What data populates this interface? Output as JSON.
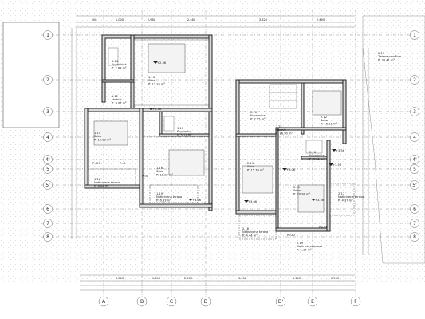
{
  "plan": {
    "grid_columns": [
      "A",
      "B",
      "C",
      "D",
      "D'",
      "E",
      "F"
    ],
    "grid_rows": [
      "1",
      "2",
      "3",
      "4",
      "4'",
      "5",
      "5'",
      "6",
      "7",
      "8"
    ],
    "rooms": [
      {
        "id": "1.14",
        "name": "Kupaonica",
        "area": "P: 7.83 m²"
      },
      {
        "id": "1.13",
        "name": "Soba",
        "area": "P: 17.24 m²"
      },
      {
        "id": "1.12",
        "name": "Hodnik",
        "area": "P: 9.07 m²"
      },
      {
        "id": "1.15",
        "name": "Soba",
        "area": "P: 15.03 m²"
      },
      {
        "id": "1.16",
        "name": "Soba",
        "area": "P: 18.20 m²"
      },
      {
        "id": "1.17",
        "name": "Kupaonica",
        "area": "P: 5.13 m²"
      },
      {
        "id": "1.18",
        "name": "Natkrivena terasa",
        "area": "P: 4.84 m²"
      },
      {
        "id": "1.19",
        "name": "Natkrivena terasa",
        "area": "P: 6.33 m²"
      },
      {
        "id": "2.10",
        "name": "Kupaonica",
        "area": "P: 7.95 m²"
      },
      {
        "id": "2.11",
        "name": "Hodnik",
        "area": "P: 26.90 m²"
      },
      {
        "id": "2.12",
        "name": "Soba",
        "area": "P: 16.11 m²"
      },
      {
        "id": "2.13",
        "name": "Zelena površina",
        "area": "P: 36.41 m²"
      },
      {
        "id": "2.14",
        "name": "Soba",
        "area": "P: 15.70 m²"
      },
      {
        "id": "2.15",
        "name": "Soba",
        "area": "P: 20.98 m²"
      },
      {
        "id": "2.16",
        "name": "Kupaonica",
        "area": "P: 6.14 m²"
      },
      {
        "id": "2.17",
        "name": "Natkrivena terasa",
        "area": "P: 4.37 m²"
      },
      {
        "id": "2.18",
        "name": "Natkrivena terasa",
        "area": "P: 4.44 m²"
      },
      {
        "id": "2.19",
        "name": "Natkrivena terasa",
        "area": "P: 5.17 m²"
      }
    ],
    "level_marks": [
      "+2.36",
      "+2.36",
      "+3.06",
      "+3.06",
      "+3.56",
      "+3.56",
      "+3.56",
      "+3.06"
    ],
    "window_tags": [
      "P=20",
      "P=0",
      "P=0",
      "P=20",
      "P=20",
      "P=20"
    ],
    "dimension_top": [
      "500",
      "1.000",
      "2.980",
      "2.480",
      "3.325",
      "2.490"
    ],
    "dimension_bottom": [
      "3.000",
      "1.640",
      "2.760",
      "3.160",
      "3.490",
      "1.530"
    ]
  }
}
